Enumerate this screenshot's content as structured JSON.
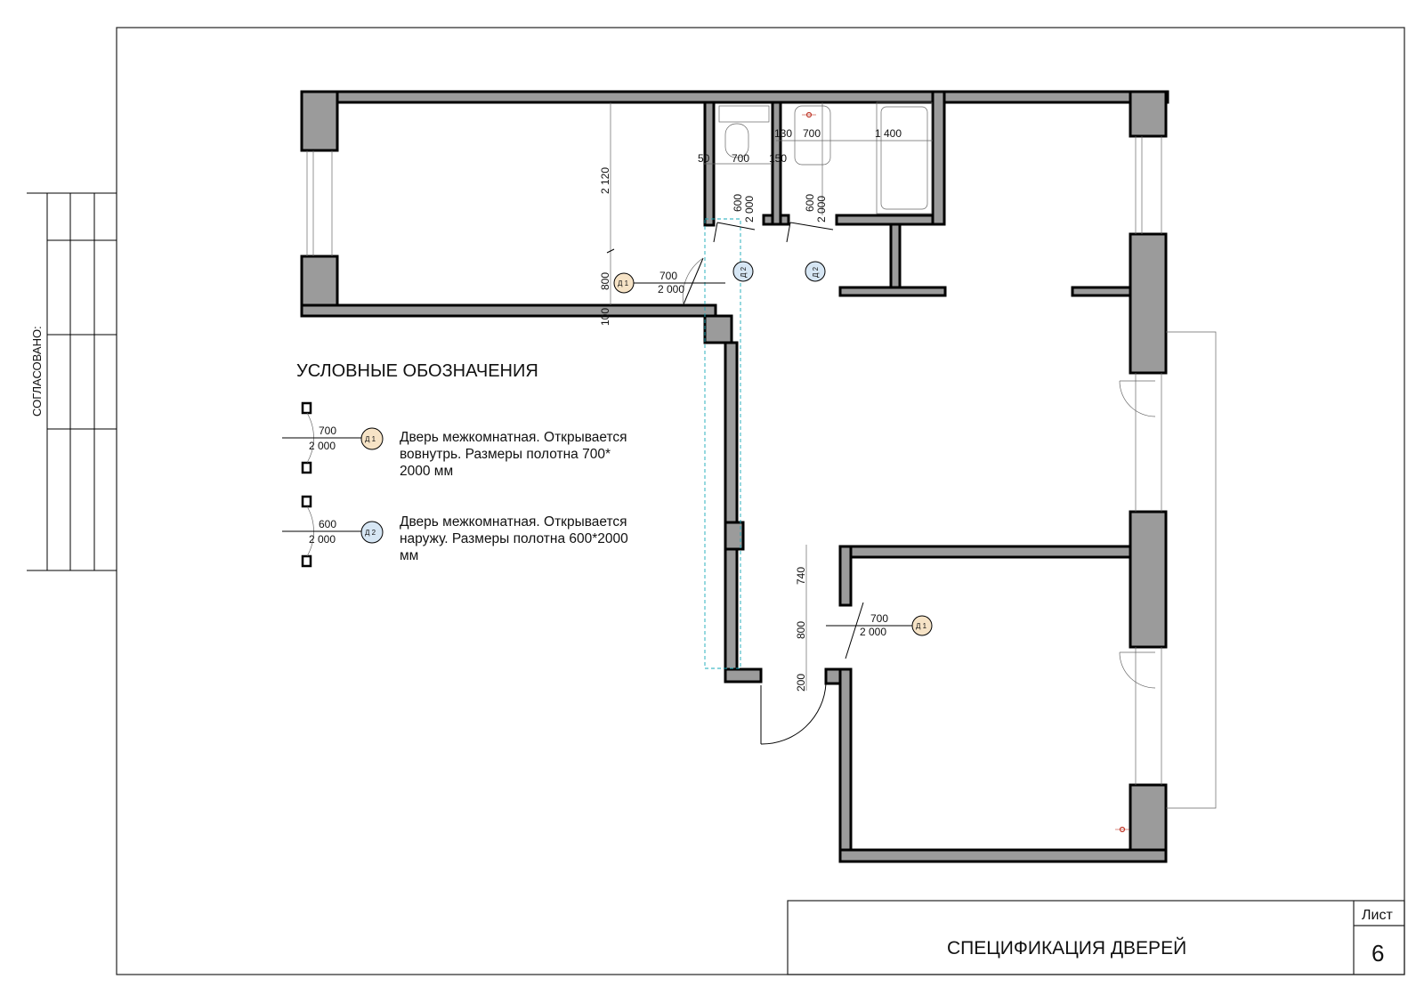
{
  "approval": {
    "label": "СОГЛАСОВАНО:"
  },
  "legend": {
    "title": "УСЛОВНЫЕ ОБОЗНАЧЕНИЯ",
    "items": [
      {
        "tag": "Д 1",
        "width": "700",
        "height": "2 000",
        "line1": "Дверь межкомнатная. Открывается",
        "line2": "вовнутрь. Размеры полотна 700*",
        "line3": "2000 мм",
        "color": "#f6e3c6"
      },
      {
        "tag": "Д 2",
        "width": "600",
        "height": "2 000",
        "line1": "Дверь межкомнатная. Открывается",
        "line2": "наружу. Размеры полотна 600*2000",
        "line3": "мм",
        "color": "#d6e6f4"
      }
    ]
  },
  "doors": [
    {
      "tag": "Д 1",
      "width": "700",
      "height": "2 000"
    },
    {
      "tag": "Д 2",
      "width": "600",
      "height": "2 000"
    },
    {
      "tag": "Д 2",
      "width": "600",
      "height": "2 000"
    },
    {
      "tag": "Д 1",
      "width": "700",
      "height": "2 000"
    }
  ],
  "dimensions": {
    "room1_height": "2 120",
    "room1_door": "800",
    "room1_bottom": "100",
    "wc_left": "50",
    "wc_width": "700",
    "wc_right": "150",
    "bath_left": "130",
    "bath_mid": "700",
    "bath_tub": "1 400",
    "room2_top": "740",
    "room2_door": "800",
    "room2_bottom": "200"
  },
  "stamp": {
    "title": "СПЕЦИФИКАЦИЯ ДВЕРЕЙ",
    "sheet_label": "Лист",
    "sheet_number": "6"
  }
}
